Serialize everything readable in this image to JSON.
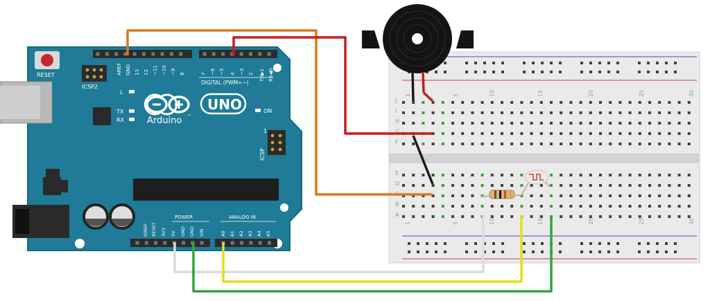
{
  "board": {
    "reset_label": "RESET",
    "icsp2_label": "ICSP2",
    "icsp_label": "ICSP",
    "icsp_pin1": "1",
    "brand_uno": "UNO",
    "brand_name": "Arduino",
    "brand_tm": "™",
    "led_l": "L",
    "led_tx": "TX",
    "led_rx": "RX",
    "led_on": "ON",
    "digital_label": "DIGITAL (PWM=~)",
    "power_label": "POWER",
    "analog_label": "ANALOG IN",
    "top_pins": [
      "AREF",
      "GND",
      "13",
      "12",
      "~11",
      "~10",
      "~9",
      "8"
    ],
    "top_pins_right": [
      "7",
      "~6",
      "~5",
      "4",
      "~3",
      "2",
      "TX▶1",
      "RX◀0"
    ],
    "power_pins": [
      "IOREF",
      "RESET",
      "3V3",
      "5V",
      "GND",
      "GND",
      "VIN"
    ],
    "analog_pins": [
      "A0",
      "A1",
      "A2",
      "A3",
      "A4",
      "A5"
    ],
    "colors": {
      "board": "#1f7b97",
      "board_edge": "#18697f",
      "header": "#2b2b2b",
      "silk": "#ffffff"
    }
  },
  "breadboard": {
    "row_letters_top": [
      "J",
      "I",
      "H",
      "G",
      "F"
    ],
    "row_letters_bottom": [
      "E",
      "D",
      "C",
      "B",
      "A"
    ],
    "column_numbers": [
      "1",
      "5",
      "10",
      "15",
      "20",
      "25",
      "30"
    ],
    "colors": {
      "body": "#e8e8e8",
      "rail_red": "#d23c3c",
      "rail_blue": "#3a4fb8",
      "hole": "#404040",
      "active_hole": "#2ea72e"
    }
  },
  "wires": {
    "colors": {
      "orange": "#d9781f",
      "red": "#c01f1f",
      "black": "#1b1b1b",
      "white": "#dcdcdc",
      "yellow": "#e6dc1a",
      "green": "#33a43a"
    }
  }
}
